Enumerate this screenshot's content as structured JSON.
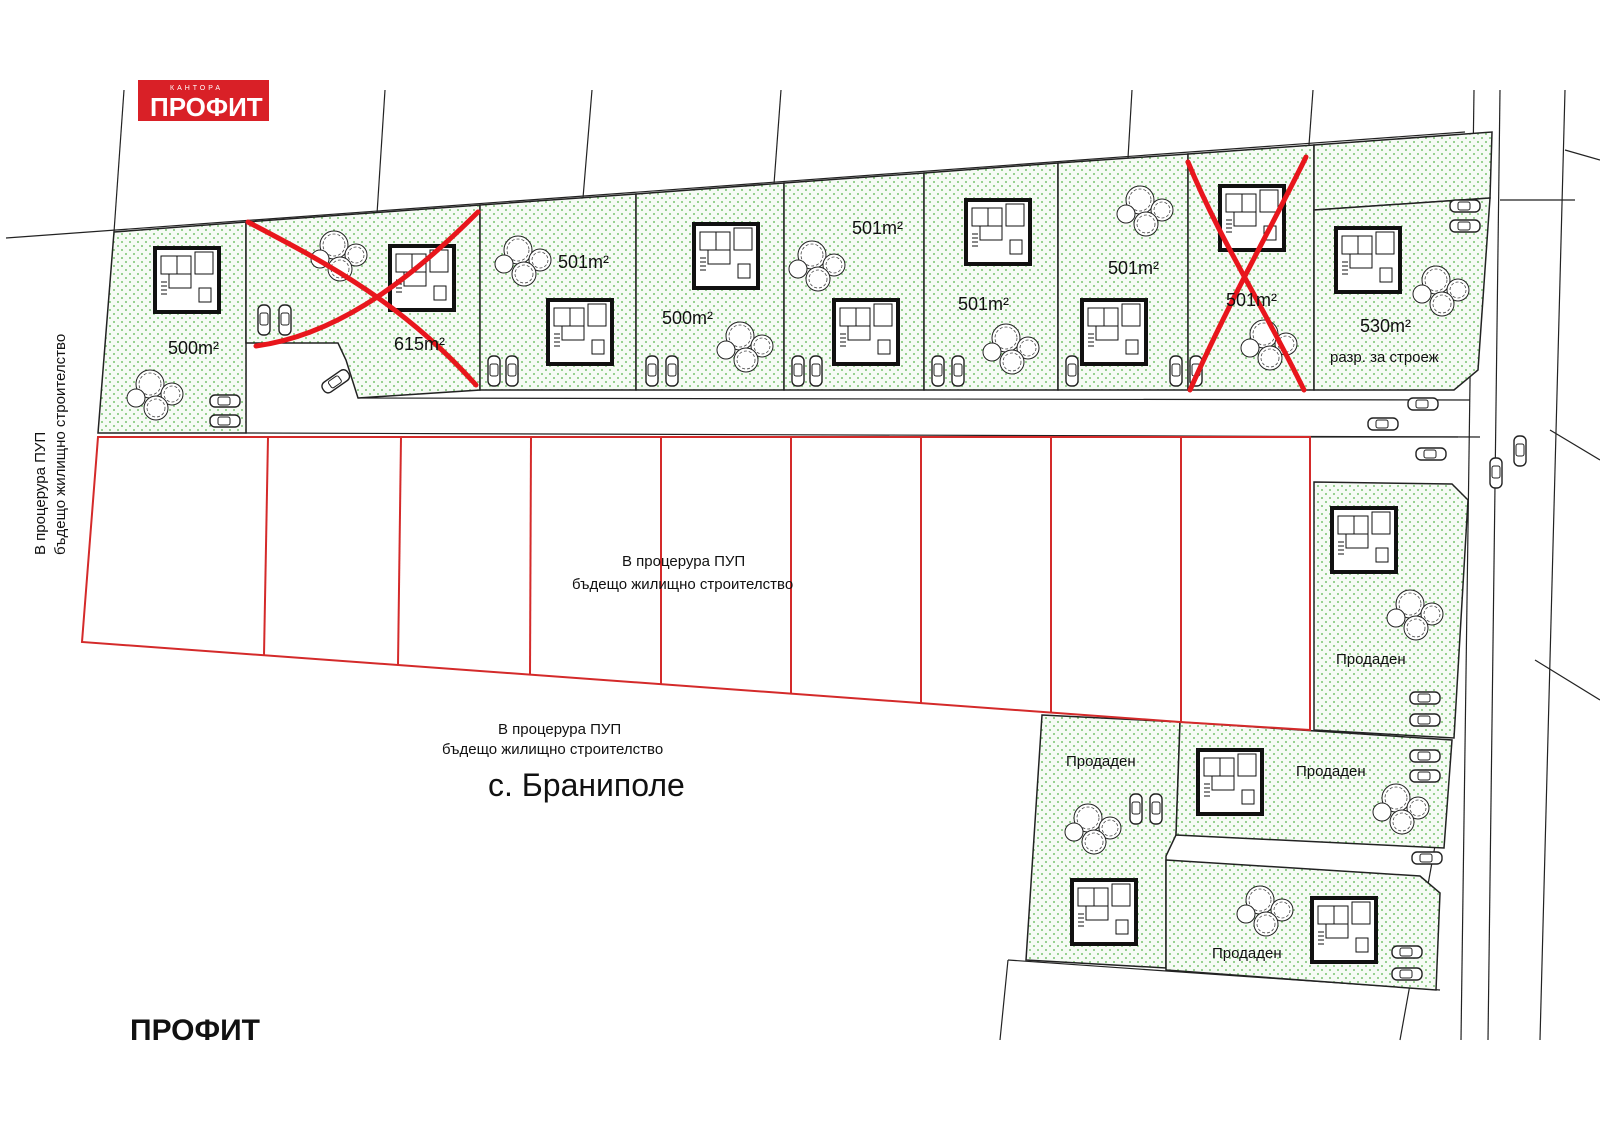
{
  "logo": {
    "tagline": "КАНТОРА",
    "name": "ПРОФИТ",
    "bg_color": "#d92027"
  },
  "watermark": {
    "text": "ПРОФИТ",
    "color": "#d46f6f"
  },
  "village": "с. Браниполе",
  "pup_notes": {
    "left_line1": "В процерура ПУП",
    "left_line2": "бъдещо жилищно строителство",
    "center_line1": "В процерура ПУП",
    "center_line2": "бъдещо жилищно строителство",
    "bottom_line1": "В процерура ПУП",
    "bottom_line2": "бъдещо жилищно строителство"
  },
  "lots": [
    {
      "id": "lot-1",
      "label": "500m²",
      "status": "available"
    },
    {
      "id": "lot-2",
      "label": "615m²",
      "status": "crossed-out"
    },
    {
      "id": "lot-3",
      "label": "501m²",
      "status": "available"
    },
    {
      "id": "lot-4",
      "label": "500m²",
      "status": "available"
    },
    {
      "id": "lot-5",
      "label": "501m²",
      "status": "available"
    },
    {
      "id": "lot-6",
      "label": "501m²",
      "status": "available"
    },
    {
      "id": "lot-7",
      "label": "501m²",
      "status": "available"
    },
    {
      "id": "lot-8",
      "label": "501m²",
      "status": "crossed-out"
    },
    {
      "id": "lot-9",
      "label": "530m²",
      "note": "разр. за строеж",
      "status": "available"
    },
    {
      "id": "lot-10",
      "label": "Продаден",
      "status": "sold"
    },
    {
      "id": "lot-11",
      "label": "Продаден",
      "status": "sold"
    },
    {
      "id": "lot-12",
      "label": "Продаден",
      "status": "sold"
    },
    {
      "id": "lot-13",
      "label": "Продаден",
      "status": "sold"
    }
  ],
  "colors": {
    "plot_dots": "#55b44a",
    "pup_outline": "#d42a2a",
    "cross_mark": "#e8161c",
    "line": "#222222"
  }
}
